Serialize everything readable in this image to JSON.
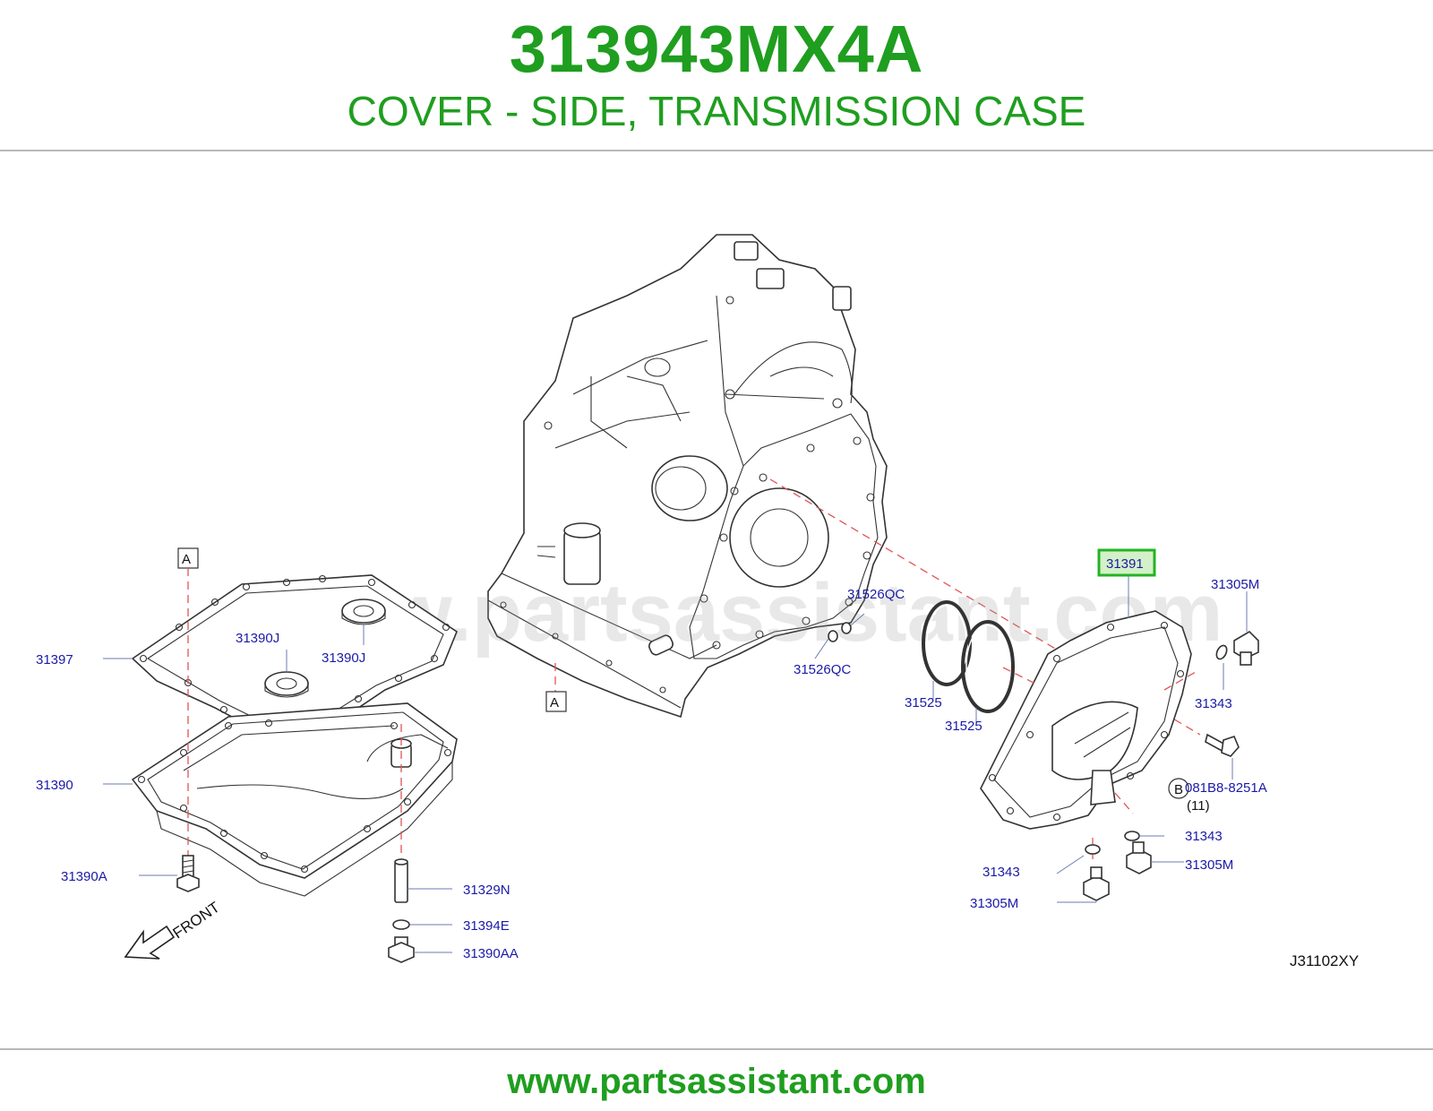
{
  "header": {
    "part_number": "313943MX4A",
    "description": "COVER - SIDE, TRANSMISSION CASE"
  },
  "watermark": "www.partsassistant.com",
  "footer": {
    "url": "www.partsassistant.com"
  },
  "diagram_code": "J31102XY",
  "front_label": "FRONT",
  "ref_markers": [
    "A",
    "A",
    "B"
  ],
  "callouts": {
    "c31391": "31391",
    "c31305M_top": "31305M",
    "c31526QC_top": "31526QC",
    "c31526QC_bot": "31526QC",
    "c31525_a": "31525",
    "c31525_b": "31525",
    "c31343_right": "31343",
    "c081B8": "081B8-8251A",
    "c081B8_qty": "(11)",
    "c31343_mid": "31343",
    "c31343_left": "31343",
    "c31305M_right": "31305M",
    "c31305M_left": "31305M",
    "c31397": "31397",
    "c31390J_a": "31390J",
    "c31390J_b": "31390J",
    "c31390": "31390",
    "c31390A": "31390A",
    "c31329N": "31329N",
    "c31394E": "31394E",
    "c31390AA": "31390AA"
  },
  "colors": {
    "title_green": "#1f9e1f",
    "callout_blue": "#1a1aa8",
    "highlight_green": "#22b422",
    "highlight_fill": "#d4f0c8",
    "centerline_red": "#e05555"
  }
}
